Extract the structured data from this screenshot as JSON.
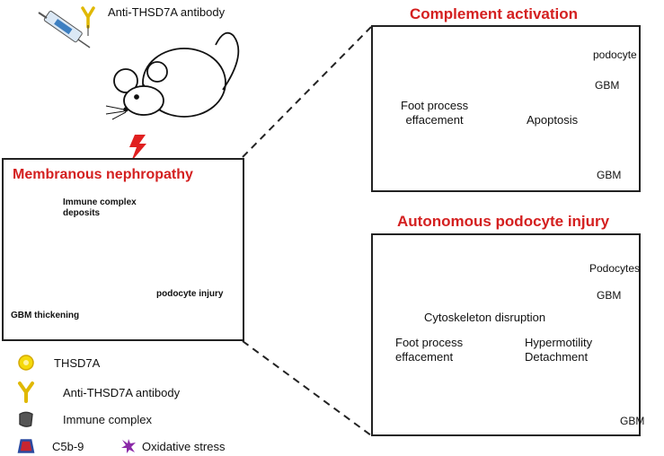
{
  "antibody_label": "Anti-THSD7A antibody",
  "mn_panel": {
    "title": "Membranous nephropathy",
    "labels": {
      "immune_deposits": "Immune complex\ndeposits",
      "podocyte_injury": "podocyte injury",
      "gbm_thickening": "GBM thickening"
    }
  },
  "complement": {
    "title": "Complement activation",
    "podocyte": "podocyte",
    "gbm_top": "GBM",
    "foot_process": "Foot process\neffacement",
    "apoptosis": "Apoptosis",
    "gbm_bottom": "GBM"
  },
  "autonomous": {
    "title": "Autonomous podocyte injury",
    "podocytes": "Podocytes",
    "gbm_top": "GBM",
    "cytoskeleton": "Cytoskeleton disruption",
    "foot_process": "Foot process\neffacement",
    "hypermotility": "Hypermotility\nDetachment",
    "gbm_bottom": "GBM"
  },
  "legend": {
    "thsd7a": "THSD7A",
    "antibody": "Anti-THSD7A antibody",
    "immune_complex": "Immune complex",
    "c5b9": "C5b-9",
    "oxidative": "Oxidative stress"
  },
  "colors": {
    "title_red": "#d42020",
    "gbm_blue": "#1f6fb5",
    "podocyte_pink": "#f7c4b4",
    "antigen_yellow": "#f5d90a",
    "c5b9_red": "#c8252f",
    "c5b9_blue": "#2b4aa0",
    "oxidative_purple": "#8b2aa8",
    "immune_gray": "#555555"
  }
}
